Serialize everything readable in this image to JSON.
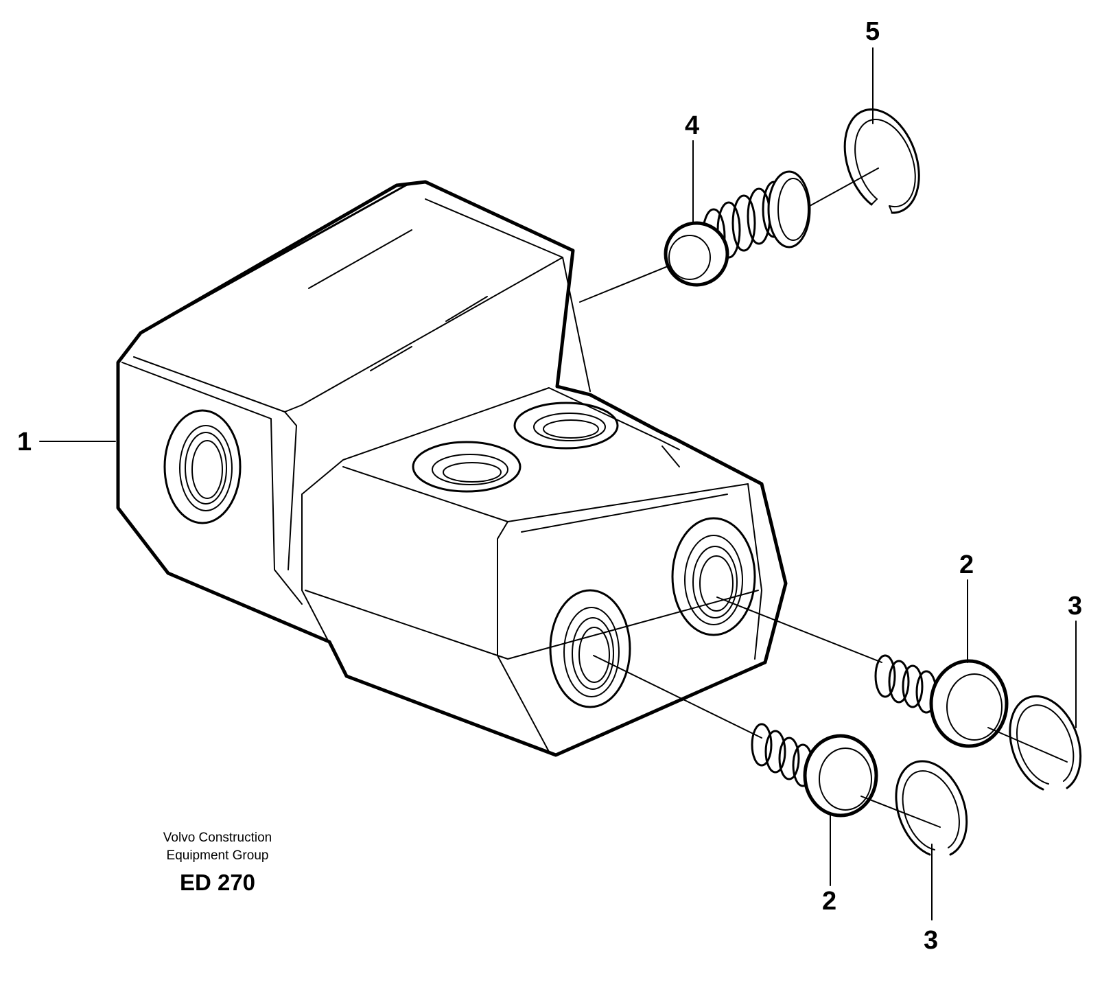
{
  "callouts": {
    "one": "1",
    "two_a": "2",
    "two_b": "2",
    "three_a": "3",
    "three_b": "3",
    "four": "4",
    "five": "5"
  },
  "caption": {
    "line1": "Volvo Construction",
    "line2": "Equipment Group",
    "code": "ED 270"
  }
}
